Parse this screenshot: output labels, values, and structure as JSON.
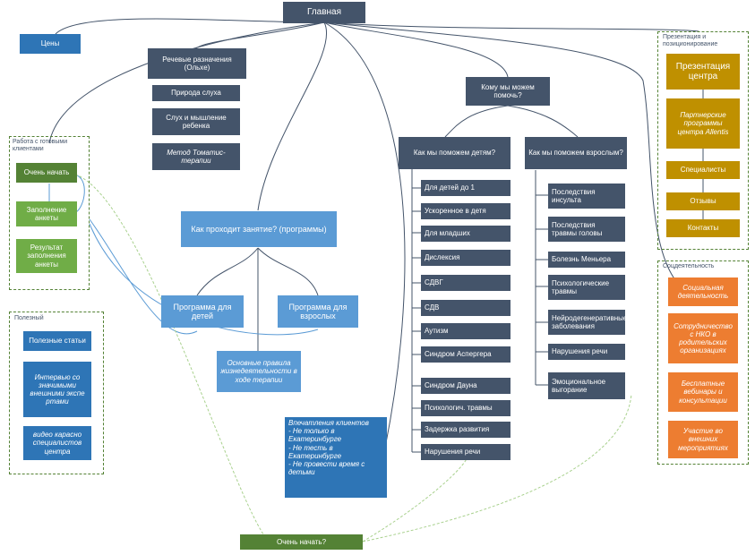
{
  "main": "Главная",
  "prices": "Цены",
  "speech": {
    "title": "Речевые разначения (Ольхе)",
    "items": [
      "Природа слуха",
      "Слух и мышление ребенка",
      "Метод Томатис-терапии"
    ]
  },
  "work_with_clients": {
    "group_label": "Работа с готовыми клиентами",
    "items": [
      "Очень начать",
      "Заполнение анкеты",
      "Результат заполнения анкеты"
    ]
  },
  "library": {
    "group_label": "Полезный",
    "items": [
      "Полезные статьи",
      "Интервью со значимыми внешними экспе ртами",
      "видео карасно специалистов центра"
    ]
  },
  "programs": {
    "title": "Как проходит занятие? (программы)",
    "kids": "Программа для детей",
    "adults": "Программа для взрослых",
    "principles": "Основные правила жизнедеятельности в ходе терапии"
  },
  "client_stories": "Впечатления клиентов\n- Не только в Екатеринбурге\n- Не тесть в Екатеринбурге\n- Не провести время с детьми",
  "how_help": "Кому мы можем помочь?",
  "kids_help": {
    "title": "Как мы поможем детям?",
    "items": [
      "Для детей до 1",
      "Ускоренное в детя",
      "Для младших",
      "Дислексия",
      "СДВГ",
      "СДВ",
      "Аутизм",
      "Синдром Аспергера",
      "Синдром Дауна",
      "Психологич. травмы",
      "Задержка развития",
      "Нарушения речи"
    ]
  },
  "adults_help": {
    "title": "Как мы поможем взрослым?",
    "items": [
      "Последствия инсульта",
      "Последствия травмы головы",
      "Болезнь Меньера",
      "Психологические травмы",
      "Нейродегенеративные заболевания",
      "Нарушения речи",
      "Эмоциональное выгорание"
    ]
  },
  "presentation": {
    "group_label": "Презентация и позиционирование",
    "items": [
      "Презентация центра",
      "Партнерские программы центра Allentis",
      "Специалисты",
      "Отзывы",
      "Контакты"
    ]
  },
  "social": {
    "group_label": "Соцдеятельность",
    "items": [
      "Социальная деятельность",
      "Сотрудничество с НКО в родительских организациях",
      "Бесплатные вебинары и консультации",
      "Участие во внешних мероприятиях"
    ]
  },
  "start": "Очень начать?"
}
